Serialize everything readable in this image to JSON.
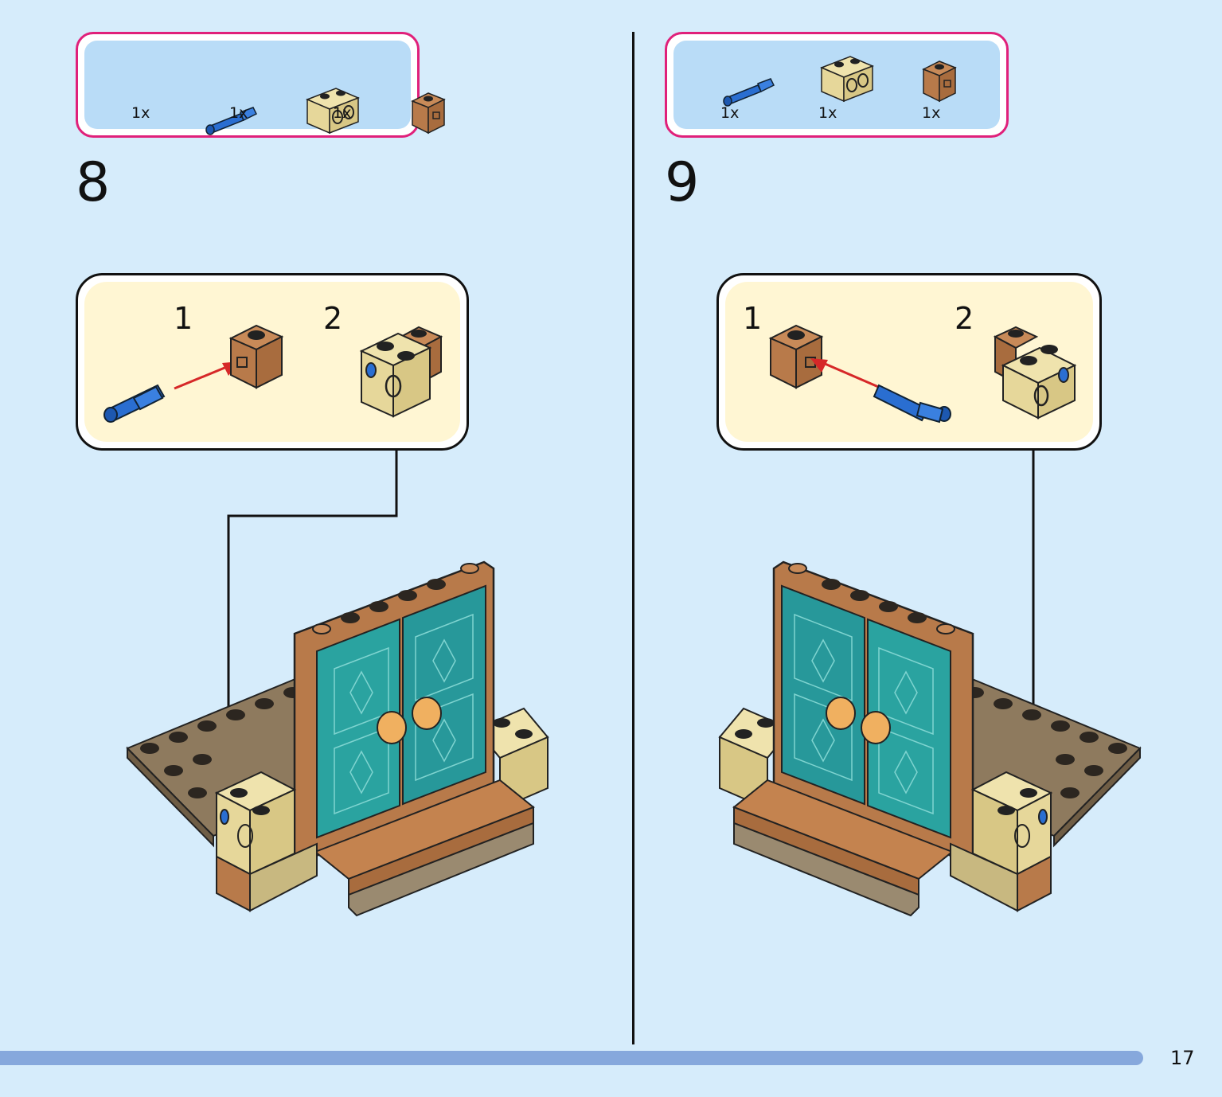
{
  "steps": [
    {
      "number": "8",
      "parts": [
        {
          "qty": "1x",
          "icon": "blue-pin-icon"
        },
        {
          "qty": "1x",
          "icon": "tan-technic-brick-icon"
        },
        {
          "qty": "1x",
          "icon": "brown-pin-hole-brick-icon"
        }
      ],
      "sub_steps": [
        "1",
        "2"
      ]
    },
    {
      "number": "9",
      "parts": [
        {
          "qty": "1x",
          "icon": "blue-pin-icon"
        },
        {
          "qty": "1x",
          "icon": "tan-technic-brick-icon"
        },
        {
          "qty": "1x",
          "icon": "brown-pin-hole-brick-icon"
        }
      ],
      "sub_steps": [
        "1",
        "2"
      ]
    }
  ],
  "page_number": "17",
  "colors": {
    "background": "#d6ecfb",
    "parts_border": "#e0207a",
    "teal_door": "#2aa3a0",
    "brown": "#b87a4a",
    "tan": "#e6d79a",
    "blue_pin": "#2a6ed1"
  }
}
